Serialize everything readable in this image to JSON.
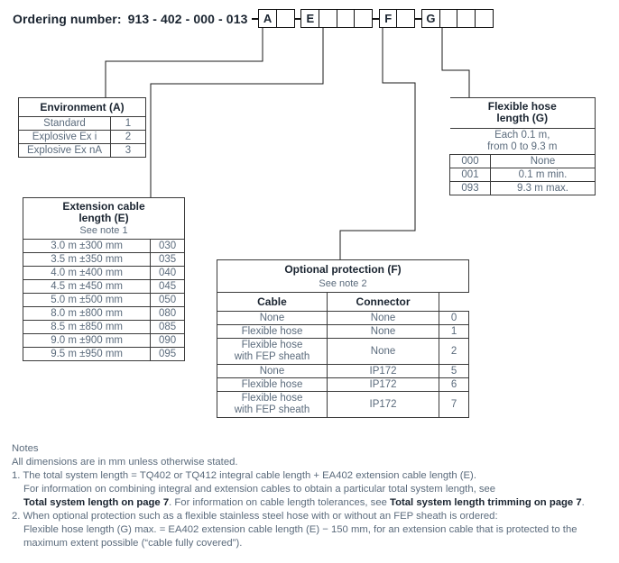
{
  "header": {
    "label": "Ordering number:",
    "base_number": "913 - 402 - 000 - 013",
    "groups": [
      {
        "name": "group-a",
        "key": "A",
        "cells": [
          "A",
          ""
        ]
      },
      {
        "name": "group-e",
        "key": "E",
        "cells": [
          "E",
          "",
          "",
          ""
        ]
      },
      {
        "name": "group-f",
        "key": "F",
        "cells": [
          "F",
          ""
        ]
      },
      {
        "name": "group-g",
        "key": "G",
        "cells": [
          "G",
          "",
          "",
          ""
        ]
      }
    ]
  },
  "environment_table": {
    "title": "Environment (A)",
    "rows": [
      {
        "label": "Standard",
        "code": "1"
      },
      {
        "label": "Explosive Ex i",
        "code": "2"
      },
      {
        "label": "Explosive Ex nA",
        "code": "3"
      }
    ]
  },
  "extension_table": {
    "title_line1": "Extension cable",
    "title_line2": "length (E)",
    "subtitle": "See note 1",
    "rows": [
      {
        "label": "3.0 m ±300 mm",
        "code": "030"
      },
      {
        "label": "3.5 m ±350 mm",
        "code": "035"
      },
      {
        "label": "4.0 m ±400 mm",
        "code": "040"
      },
      {
        "label": "4.5 m ±450 mm",
        "code": "045"
      },
      {
        "label": "5.0 m ±500 mm",
        "code": "050"
      },
      {
        "label": "8.0 m ±800 mm",
        "code": "080"
      },
      {
        "label": "8.5 m ±850 mm",
        "code": "085"
      },
      {
        "label": "9.0 m ±900 mm",
        "code": "090"
      },
      {
        "label": "9.5 m ±950 mm",
        "code": "095"
      }
    ]
  },
  "optional_protection_table": {
    "title": "Optional protection (F)",
    "subtitle": "See note 2",
    "columns": [
      "Cable",
      "Connector"
    ],
    "rows": [
      {
        "cable_line1": "None",
        "cable_line2": "",
        "connector": "None",
        "code": "0"
      },
      {
        "cable_line1": "Flexible hose",
        "cable_line2": "",
        "connector": "None",
        "code": "1"
      },
      {
        "cable_line1": "Flexible hose",
        "cable_line2": "with FEP sheath",
        "connector": "None",
        "code": "2"
      },
      {
        "cable_line1": "None",
        "cable_line2": "",
        "connector": "IP172",
        "code": "5"
      },
      {
        "cable_line1": "Flexible hose",
        "cable_line2": "",
        "connector": "IP172",
        "code": "6"
      },
      {
        "cable_line1": "Flexible hose",
        "cable_line2": "with FEP sheath",
        "connector": "IP172",
        "code": "7"
      }
    ]
  },
  "flexible_hose_table": {
    "title_line1": "Flexible hose",
    "title_line2": "length (G)",
    "range_line1": "Each 0.1 m,",
    "range_line2": "from 0 to 9.3 m",
    "rows": [
      {
        "code": "000",
        "label": "None"
      },
      {
        "code": "001",
        "label": "0.1 m min."
      },
      {
        "code": "093",
        "label": "9.3 m max."
      }
    ]
  },
  "notes": {
    "heading": "Notes",
    "dimensions_line": "All dimensions are in mm unless otherwise stated.",
    "note1": {
      "number": "1.",
      "line1": "The total system length = TQ402 or TQ412 integral cable length + EA402 extension cable length (E).",
      "line2": "For information on combining integral and extension cables to obtain a particular total system length, see",
      "line3_a": "Total system length on page 7",
      "line3_b": ". For information on cable length tolerances, see ",
      "line3_c": "Total system length trimming on page 7",
      "line3_d": "."
    },
    "note2": {
      "number": "2.",
      "line1": "When optional protection such as a flexible stainless steel hose with or without an FEP sheath is ordered:",
      "line2": "Flexible hose length (G) max. = EA402 extension cable length (E) − 150 mm, for an extension cable that is protected to the",
      "line3": "maximum extent possible (“cable fully covered”)."
    }
  },
  "colors": {
    "line": "#1a1a1a",
    "heading_text": "#1a2430",
    "body_text": "#5b6b7c",
    "border": "#3a3a3a",
    "background": "#ffffff"
  }
}
